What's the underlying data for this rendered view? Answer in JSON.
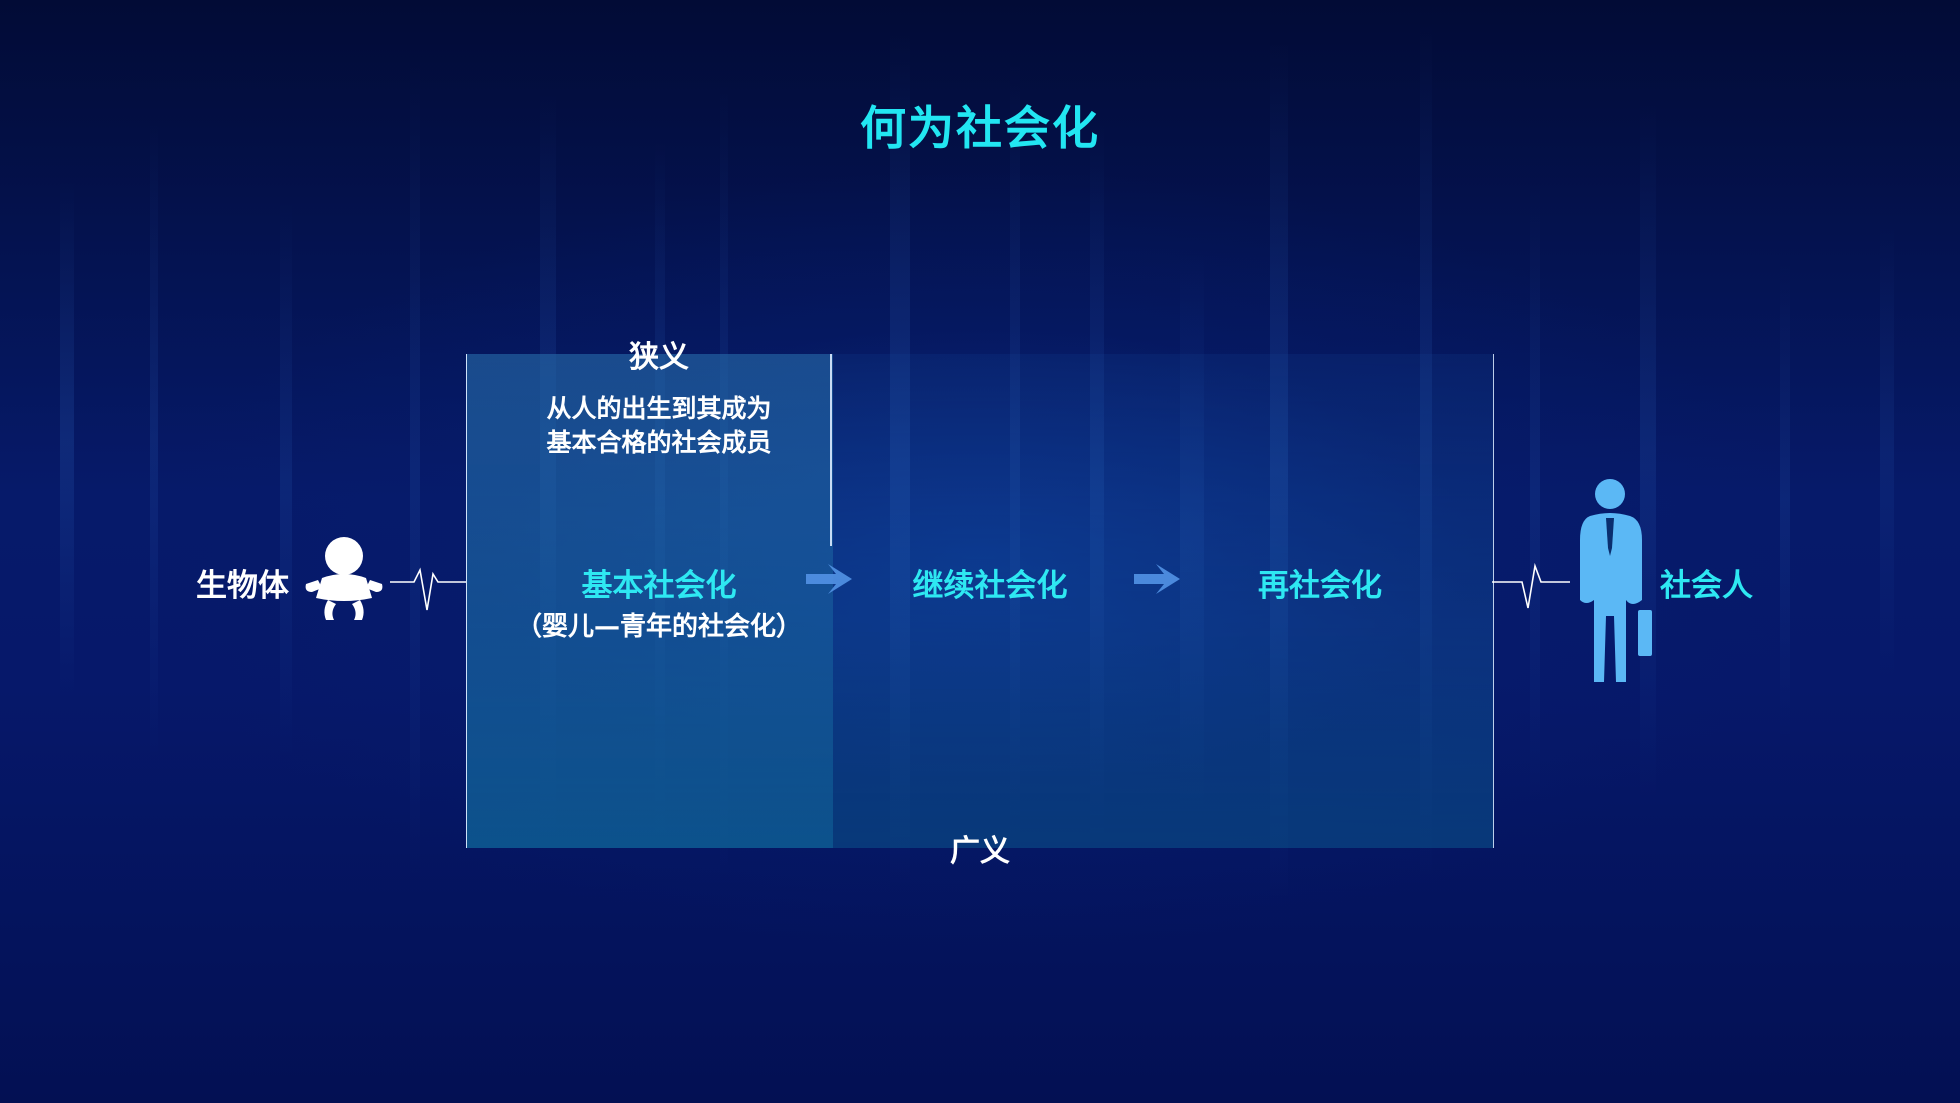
{
  "title": "何为社会化",
  "narrow": {
    "label": "狭义",
    "description_line1": "从人的出生到其成为",
    "description_line2": "基本合格的社会成员"
  },
  "wide": {
    "label": "广义"
  },
  "start": {
    "label": "生物体",
    "icon": "baby-icon"
  },
  "end": {
    "label": "社会人",
    "icon": "businessman-icon"
  },
  "stages": [
    {
      "label": "基本社会化",
      "sub": "（婴儿—青年的社会化）"
    },
    {
      "label": "继续社会化"
    },
    {
      "label": "再社会化"
    }
  ],
  "colors": {
    "accent_cyan": "#22e6f2",
    "figure_blue": "#5bb8f5",
    "background": "#03104a"
  }
}
